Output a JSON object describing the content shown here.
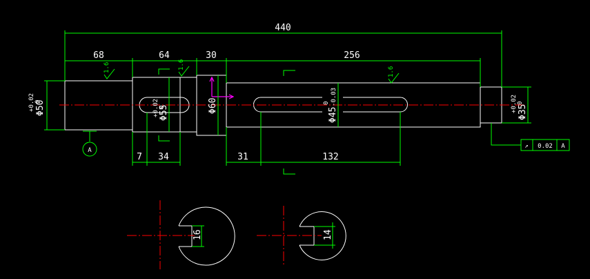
{
  "dimensions": {
    "total_length": "440",
    "seg1_length": "68",
    "seg2_length": "64",
    "seg3_length": "30",
    "seg4_length": "256",
    "keyway1_offset": "7",
    "keyway1_length": "34",
    "keyway2_offset": "31",
    "keyway2_length": "132"
  },
  "diameters": {
    "d50": "Φ50",
    "d50_tol_upper": "+0.02",
    "d50_tol_lower": "0",
    "d55": "Φ55",
    "d55_tol_upper": "+0.02",
    "d55_tol_lower": "0",
    "d60": "Φ60",
    "d45": "Φ45",
    "d45_tol_upper": "0",
    "d45_tol_lower": "-0.03",
    "d35": "Φ35",
    "d35_tol_upper": "+0.02",
    "d35_tol_lower": "0"
  },
  "datum": {
    "label": "A"
  },
  "tolerance_frame": {
    "symbol": "↗",
    "value": "0.02",
    "datum": "A"
  },
  "surface_finish": {
    "symbol": "1.6"
  },
  "sections": {
    "section1_key_width": "16",
    "section2_key_width": "14"
  },
  "colors": {
    "geometry": "#ffffff",
    "dimension": "#00ff00",
    "centerline": "#ff0000",
    "ucs": "#ff00ff",
    "background": "#000000"
  }
}
